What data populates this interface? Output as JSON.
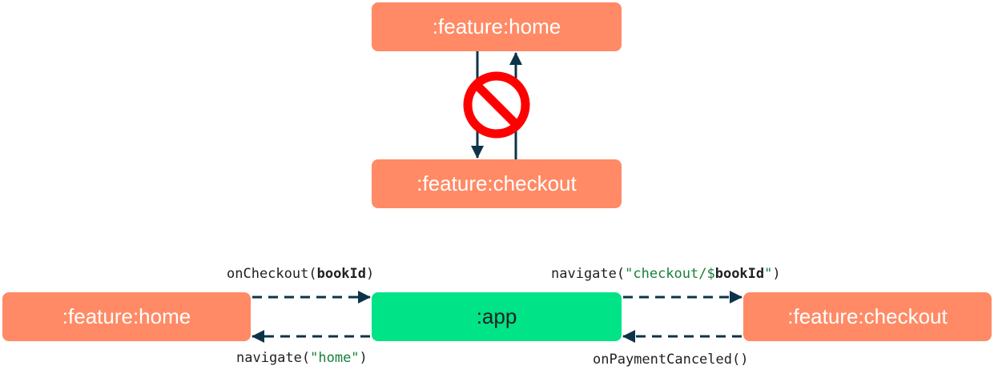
{
  "top": {
    "home_label": ":feature:home",
    "checkout_label": ":feature:checkout"
  },
  "bottom": {
    "home_label": ":feature:home",
    "app_label": ":app",
    "checkout_label": ":feature:checkout",
    "on_checkout": {
      "prefix": "onCheckout(",
      "arg": "bookId",
      "suffix": ")"
    },
    "navigate_checkout": {
      "prefix": "navigate(",
      "str_open": "\"checkout/$",
      "arg": "bookId",
      "str_close": "\"",
      "suffix": ")"
    },
    "navigate_home": {
      "prefix": "navigate(",
      "str": "\"home\"",
      "suffix": ")"
    },
    "on_payment_canceled": "onPaymentCanceled()"
  },
  "colors": {
    "feature_box": "#ff8a65",
    "app_box": "#00e386",
    "arrow": "#0d3349",
    "prohibited": "#ff0000",
    "string_literal": "#188038"
  },
  "icons": {
    "prohibited": "prohibited-icon"
  }
}
